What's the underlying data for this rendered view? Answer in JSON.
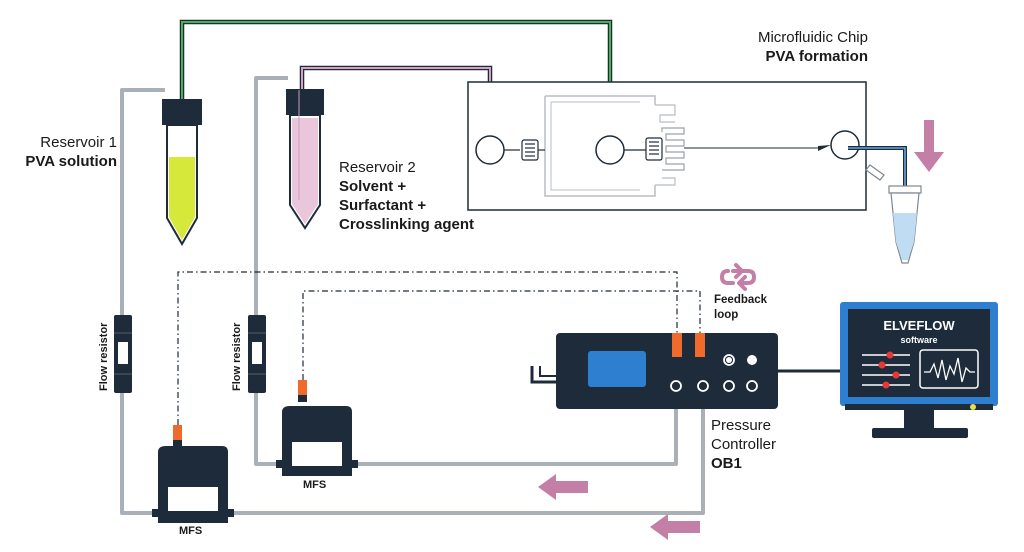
{
  "chip": {
    "title": "Microfluidic Chip",
    "subtitle": "PVA formation"
  },
  "reservoir1": {
    "title": "Reservoir 1",
    "subtitle": "PVA solution",
    "liquid_color": "#d6e83a"
  },
  "reservoir2": {
    "title": "Reservoir 2",
    "lines": [
      "Solvent +",
      "Surfactant +",
      "Crosslinking agent"
    ],
    "liquid_color": "#e9c6d9"
  },
  "flow_resistor": {
    "label": "Flow resistor"
  },
  "mfs": {
    "label": "MFS"
  },
  "feedback": {
    "label_line1": "Feedback",
    "label_line2": "loop"
  },
  "pressure_controller": {
    "line1": "Pressure",
    "line2": "Controller",
    "model": "OB1"
  },
  "software": {
    "brand": "ELVEFLOW",
    "product": "software"
  },
  "colors": {
    "device_dark": "#1d2b3a",
    "tube_gray": "#a9b0b8",
    "accent_pink": "#c47fa6",
    "connector_orange": "#f06a2b",
    "monitor_blue": "#2f7fd1",
    "green_tube": "#4caf50",
    "pink_tube": "#d7a0c0"
  }
}
